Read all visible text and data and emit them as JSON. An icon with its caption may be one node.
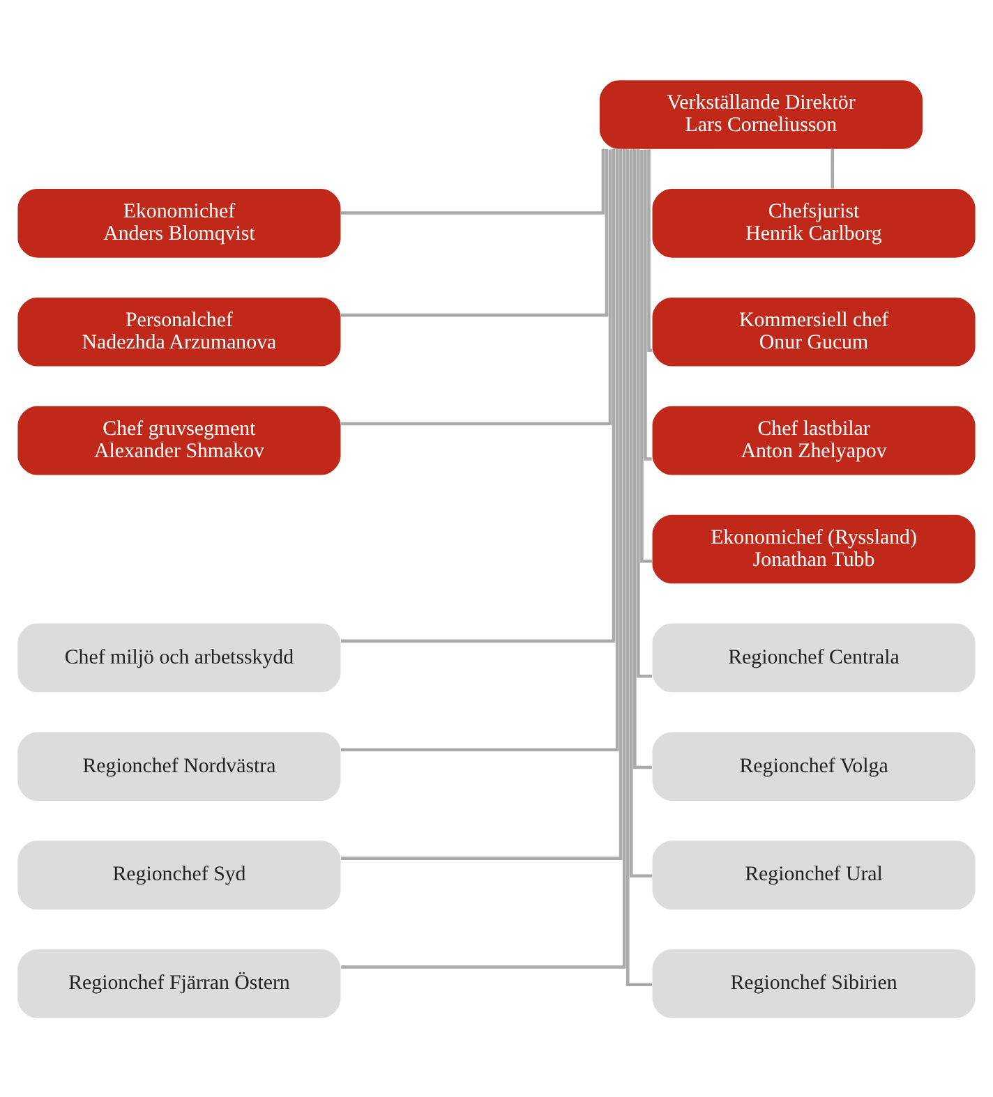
{
  "diagram": {
    "nodes": [
      {
        "text": [
          "Verkställande Direktör",
          "Lars Corneliusson"
        ]
      },
      {
        "text": [
          "Ekonomichef",
          "Anders Blomqvist"
        ]
      },
      {
        "text": [
          "Chefsjurist",
          "Henrik Carlborg"
        ]
      },
      {
        "text": [
          "Personalchef",
          "Nadezhda Arzumanova"
        ]
      },
      {
        "text": [
          "Kommersiell chef",
          "Onur Gucum"
        ]
      },
      {
        "text": [
          "Chef gruvsegment",
          "Alexander Shmakov"
        ]
      },
      {
        "text": [
          "Chef lastbilar",
          "Anton Zhelyapov"
        ]
      },
      {
        "text": [
          "Ekonomichef (Ryssland)",
          "Jonathan Tubb"
        ]
      },
      {
        "text": [
          "Chef miljö och arbetsskydd"
        ]
      },
      {
        "text": [
          "Regionchef Centrala"
        ]
      },
      {
        "text": [
          "Regionchef Nordvästra"
        ]
      },
      {
        "text": [
          "Regionchef Volga"
        ]
      },
      {
        "text": [
          "Regionchef Syd"
        ]
      },
      {
        "text": [
          "Regionchef Ural"
        ]
      },
      {
        "text": [
          "Regionchef Fjärran Östern"
        ]
      },
      {
        "text": [
          "Regionchef Sibirien"
        ]
      }
    ],
    "edges": [
      {
        "from": 0,
        "to": 1,
        "arrow": "none"
      },
      {
        "from": 0,
        "to": 2,
        "arrow": "none"
      },
      {
        "from": 0,
        "to": 3,
        "arrow": "none"
      },
      {
        "from": 0,
        "to": 4,
        "arrow": "none"
      },
      {
        "from": 0,
        "to": 5,
        "arrow": "none"
      },
      {
        "from": 0,
        "to": 6,
        "arrow": "none"
      },
      {
        "from": 0,
        "to": 7,
        "arrow": "none"
      },
      {
        "from": 0,
        "to": 8,
        "arrow": "none"
      },
      {
        "from": 0,
        "to": 9,
        "arrow": "none"
      },
      {
        "from": 0,
        "to": 10,
        "arrow": "none"
      },
      {
        "from": 0,
        "to": 11,
        "arrow": "none"
      },
      {
        "from": 0,
        "to": 12,
        "arrow": "none"
      },
      {
        "from": 0,
        "to": 13,
        "arrow": "none"
      },
      {
        "from": 0,
        "to": 14,
        "arrow": "none"
      },
      {
        "from": 0,
        "to": 15,
        "arrow": "none"
      }
    ]
  }
}
